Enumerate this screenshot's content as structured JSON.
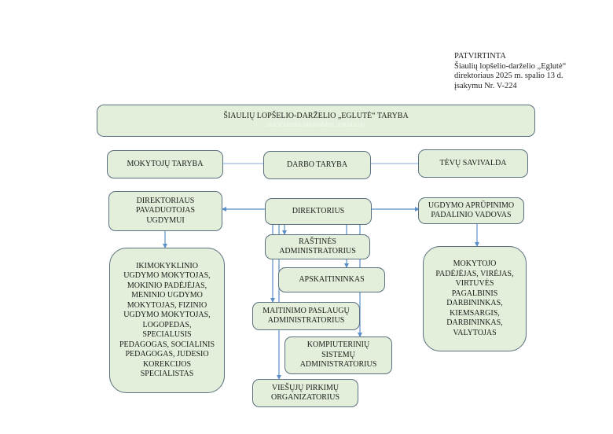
{
  "approval": {
    "lines": [
      "PATVIRTINTA",
      "Šiaulių lopšelio-darželio „Eglutė“",
      "direktoriaus 2025 m. spalio 13 d.",
      "įsakymu Nr. V-224"
    ]
  },
  "council": {
    "title": "ŠIAULIŲ LOPŠELIO-DARŽELIO „EGLUTĖ“ TARYBA",
    "subtitle": "aukščiausia savivaldos institucija"
  },
  "self_government": {
    "teachers_council": "MOKYTOJŲ TARYBA",
    "work_council": "DARBO TARYBA",
    "parents": "TĖVŲ SAVIVALDA"
  },
  "management": {
    "deputy": "DIREKTORIAUS\nPAVADUOTOJAS\nUGDYMUI",
    "director": "DIREKTORIUS",
    "support_head": "UGDYMO APRŪPINIMO\nPADALINIO VADOVAS"
  },
  "staff": {
    "education_staff": "IKIMOKYKLINIO\nUGDYMO MOKYTOJAS,\nMOKINIO PADĖJĖJAS,\nMENINIO UGDYMO\nMOKYTOJAS,  FIZINIO\nUGDYMO MOKYTOJAS,\nLOGOPEDAS,\nSPECIALUSIS\nPEDAGOGAS, SOCIALINIS\nPEDAGOGAS, JUDESIO\nKOREKCIJOS\nSPECIALISTAS",
    "office_admin": "RAŠTINĖS\nADMINISTRATORIUS",
    "accountant": "APSKAITININKAS",
    "catering_admin": "MAITINIMO PASLAUGŲ\nADMINISTRATORIUS",
    "it_admin": "KOMPIUTERINIŲ\nSISTEMŲ\nADMINISTRATORIUS",
    "procurement": "VIEŠŲJŲ PIRKIMŲ\nORGANIZATORIUS",
    "support_staff": "MOKYTOJO\nPADĖJĖJAS, VIRĖJAS,\nVIRTUVĖS\nPAGALBINIS\nDARBININKAS,\nKIEMSARGIS,\nDARBININKAS,\nVALYTOJAS"
  },
  "colors": {
    "box_fill": "#e3efda",
    "box_border": "#5a6f7f",
    "connector": "#5b8fc9"
  }
}
